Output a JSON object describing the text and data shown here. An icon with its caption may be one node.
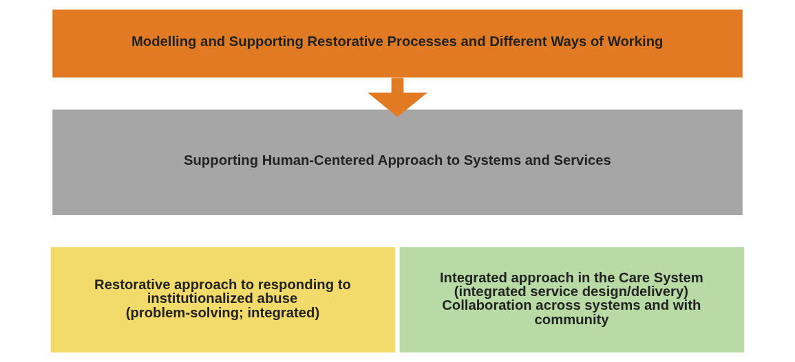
{
  "diagram": {
    "nodes": [
      {
        "text": [
          "Modelling and Supporting Restorative Processes and Different Ways of Working"
        ]
      },
      {
        "text": [
          "Supporting Human-Centered Approach to Systems and Services"
        ]
      },
      {
        "text": [
          "Restorative approach to responding to institutionalized abuse (problem-solving; integrated)"
        ]
      },
      {
        "text": [
          "Integrated approach in the Care System (integrated service design/delivery) Collaboration across systems and with community"
        ]
      }
    ],
    "edges": [
      {
        "from": 0,
        "to": 1,
        "arrow": "to",
        "color": "#e07b24"
      }
    ]
  }
}
